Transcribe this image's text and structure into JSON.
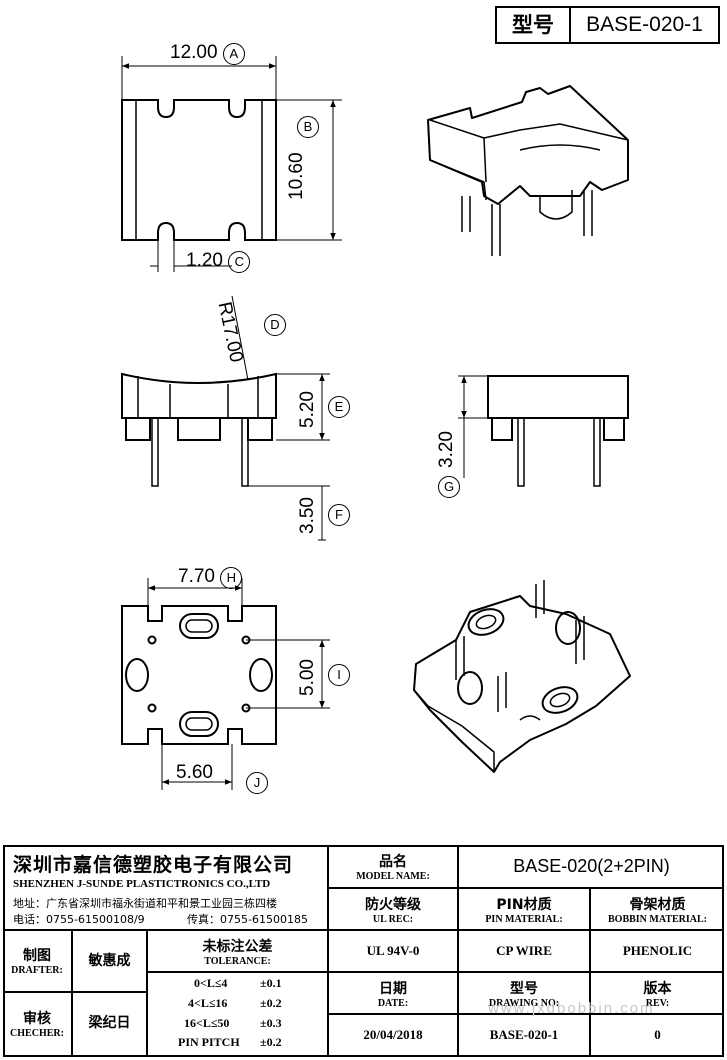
{
  "model_box": {
    "label": "型号",
    "value": "BASE-020-1"
  },
  "dimensions": {
    "A": {
      "value": "12.00",
      "marker": "A"
    },
    "B": {
      "value": "10.60",
      "marker": "B"
    },
    "C": {
      "value": "1.20",
      "marker": "C"
    },
    "D": {
      "value": "R17.00",
      "marker": "D"
    },
    "E": {
      "value": "5.20",
      "marker": "E"
    },
    "F": {
      "value": "3.50",
      "marker": "F"
    },
    "G": {
      "value": "3.20",
      "marker": "G"
    },
    "H": {
      "value": "7.70",
      "marker": "H"
    },
    "I": {
      "value": "5.00",
      "marker": "I"
    },
    "J": {
      "value": "5.60",
      "marker": "J"
    }
  },
  "company": {
    "name_cn": "深圳市嘉信德塑胶电子有限公司",
    "name_en": "SHENZHEN J-SUNDE PLASTICTRONICS CO.,LTD",
    "address": "地址：广东省深圳市福永街道和平和景工业园三栋四楼",
    "phone": "电话：0755-61500108/9",
    "fax": "传真：0755-61500185"
  },
  "title_block": {
    "model_name_cn": "品名",
    "model_name_en": "MODEL NAME:",
    "model_name_value": "BASE-020(2+2PIN)",
    "ul_cn": "防火等级",
    "ul_en": "UL REC:",
    "ul_value": "UL 94V-0",
    "pin_cn": "PIN材质",
    "pin_en": "PIN MATERIAL:",
    "pin_value": "CP WIRE",
    "bobbin_cn": "骨架材质",
    "bobbin_en": "BOBBIN MATERIAL:",
    "bobbin_value": "PHENOLIC",
    "drafter_cn": "制图",
    "drafter_en": "DRAFTER:",
    "drafter_name": "敏惠成",
    "checker_cn": "审核",
    "checker_en": "CHECHER:",
    "checker_name": "梁纪日",
    "tolerance_cn": "未标注公差",
    "tolerance_en": "TOLERANCE:",
    "tolerance_rows": [
      {
        "range": "0<L≤4",
        "tol": "±0.1"
      },
      {
        "range": "4<L≤16",
        "tol": "±0.2"
      },
      {
        "range": "16<L≤50",
        "tol": "±0.3"
      },
      {
        "range": "PIN PITCH",
        "tol": "±0.2"
      }
    ],
    "date_cn": "日期",
    "date_en": "DATE:",
    "date_value": "20/04/2018",
    "drawing_no_cn": "型号",
    "drawing_no_en": "DRAWING NO:",
    "drawing_no_value": "BASE-020-1",
    "rev_cn": "版本",
    "rev_en": "REV:",
    "rev_value": "0"
  },
  "watermark": "www.jxdbobbin.com"
}
